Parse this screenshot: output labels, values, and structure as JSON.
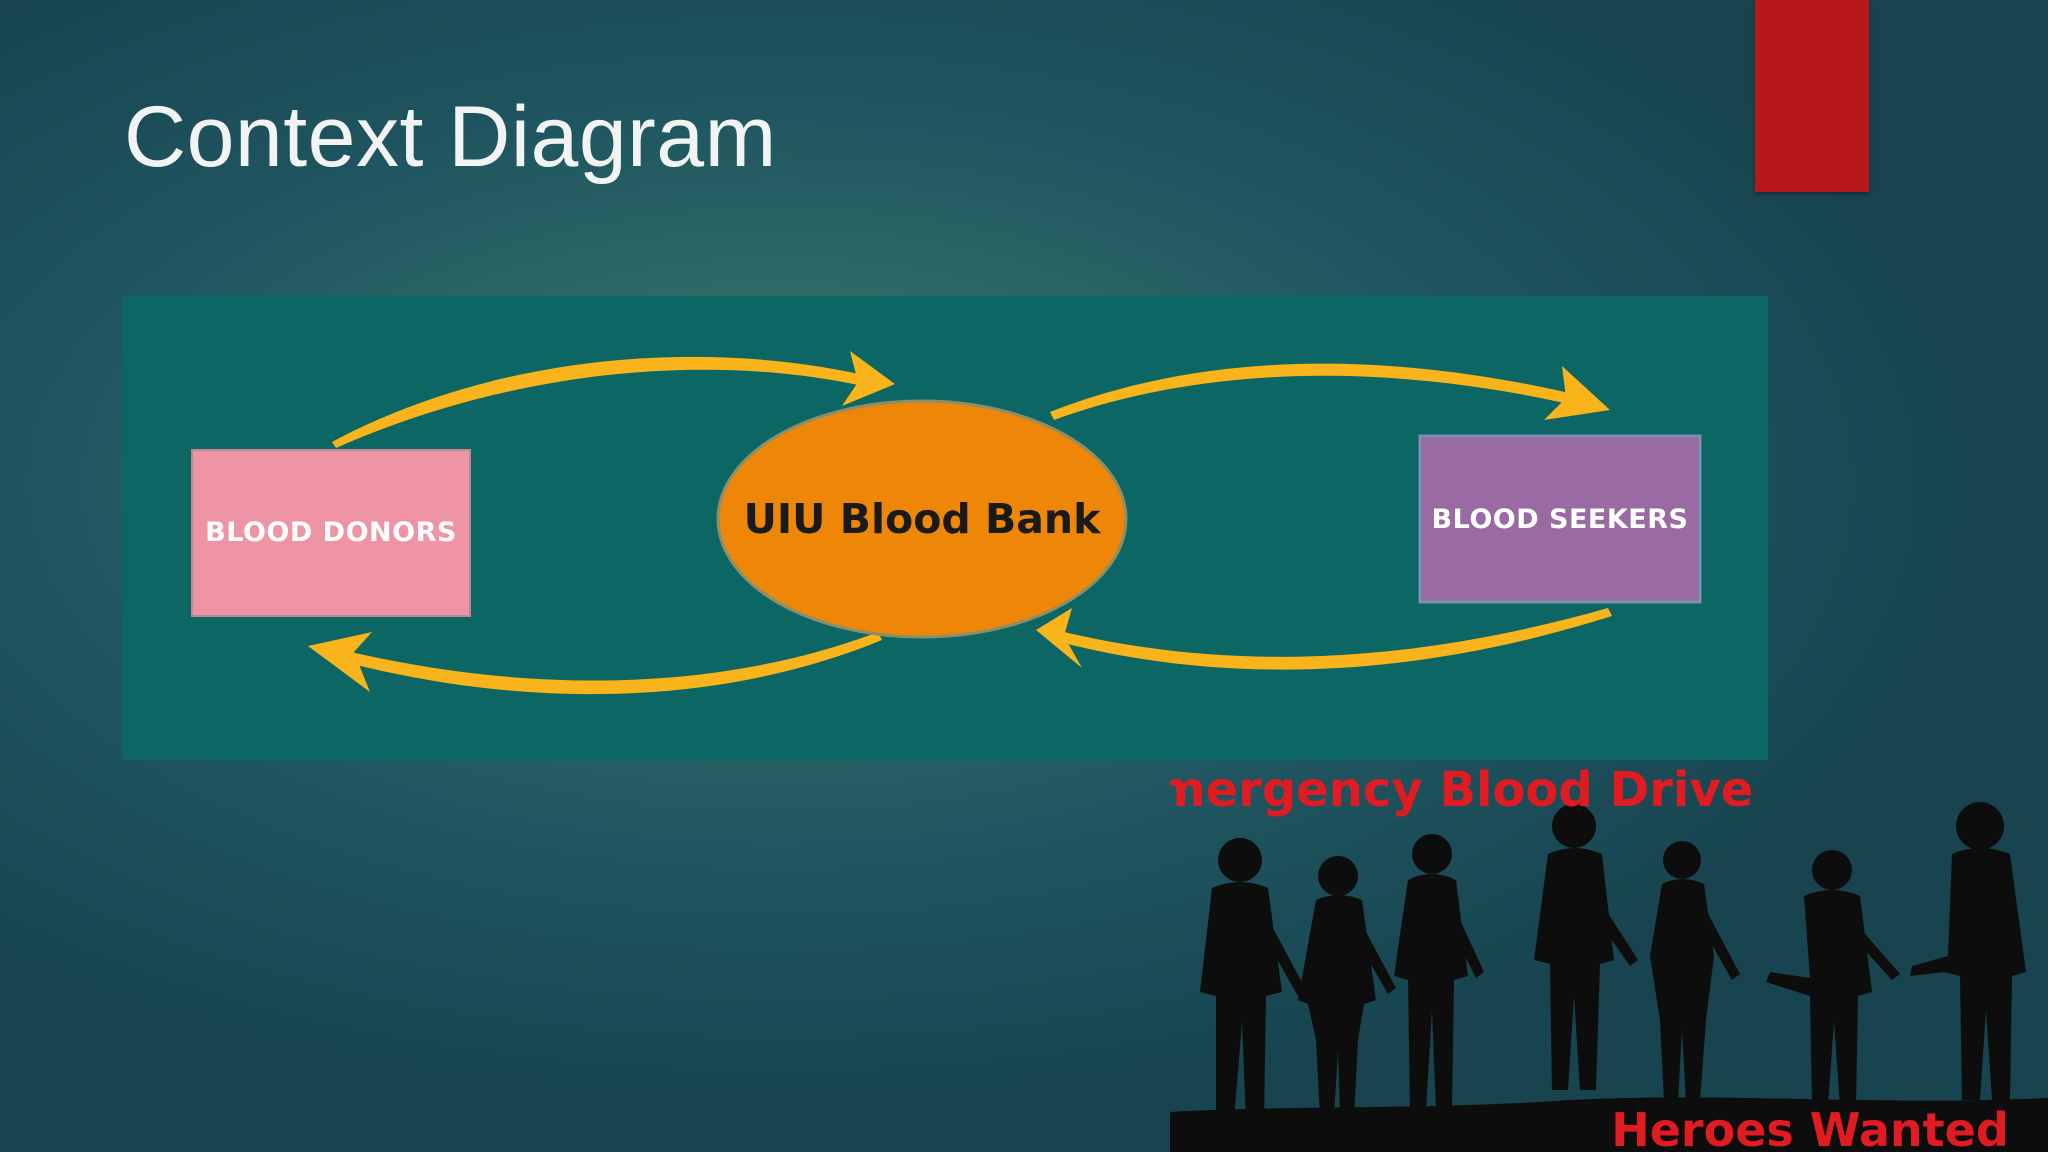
{
  "slide": {
    "title": "Context Diagram"
  },
  "diagram": {
    "left_entity": "BLOOD DONORS",
    "center_process": "UIU Blood Bank",
    "right_entity": "BLOOD SEEKERS"
  },
  "poster": {
    "headline": "Emergency Blood Drive",
    "tagline": "Heroes Wanted"
  },
  "colors": {
    "accent_red": "#b5171b",
    "panel_teal": "#0c6664",
    "donors_pink": "#ef94a4",
    "seekers_purple": "#9a6aa3",
    "bank_orange": "#ee8608",
    "arrow_yellow": "#f9b31b"
  }
}
